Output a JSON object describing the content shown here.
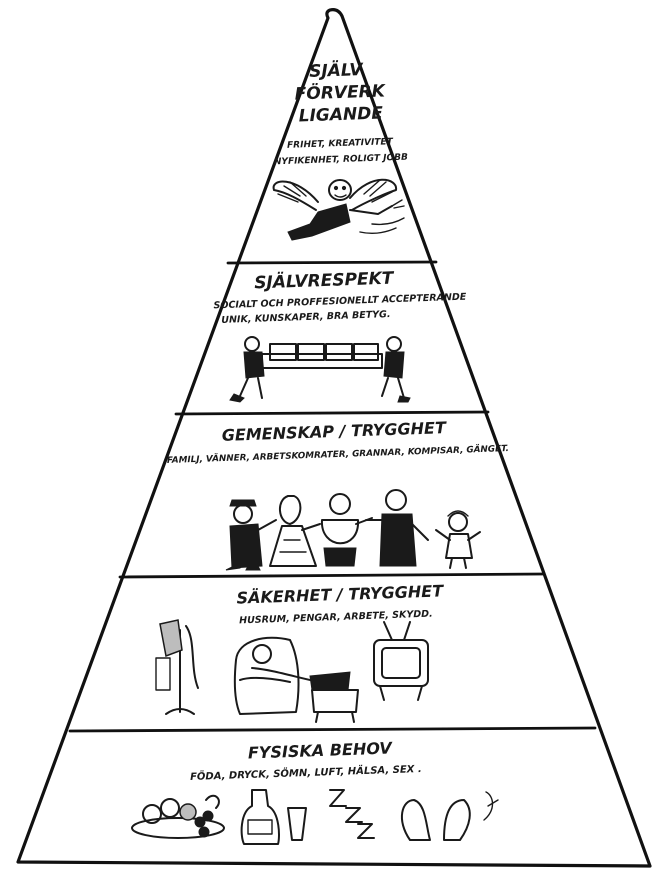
{
  "levels": [
    {
      "title_lines": [
        "SJÄLV",
        "FÖRVERK",
        "LIGANDE"
      ],
      "sub_lines": [
        "FRIHET, KREATIVITET",
        "NYFIKENHET, ROLIGT JOBB"
      ],
      "illustration": "flying-angel-icon"
    },
    {
      "title": "SJÄLVRESPEKT",
      "sub_lines": [
        "SOCIALT OCH PROFFESIONELLT ACCEPTERANDE",
        "UNIK, KUNSKAPER, BRA BETYG."
      ],
      "illustration": "men-carrying-sofa-icon"
    },
    {
      "title": "GEMENSKAP / TRYGGHET",
      "sub_lines": [
        "FAMILJ, VÄNNER, ARBETSKOMRATER, GRANNAR, KOMPISAR, GÄNGET."
      ],
      "illustration": "group-of-people-icon"
    },
    {
      "title": "SÄKERHET / TRYGGHET",
      "sub_lines": [
        "HUSRUM, PENGAR, ARBETE, SKYDD."
      ],
      "illustration": "home-comfort-icon"
    },
    {
      "title": "FYSISKA BEHOV",
      "sub_lines": [
        "FÖDA, DRYCK, SÖMN, LUFT, HÄLSA, SEX ."
      ],
      "illustration": "food-drink-sleep-icon"
    }
  ]
}
